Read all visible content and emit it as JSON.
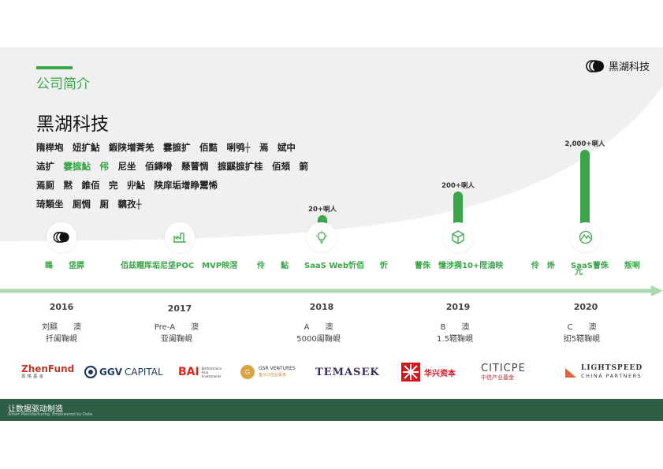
{
  "header": {
    "section_title": "公司简介",
    "logo_text": "黑湖科技"
  },
  "company": {
    "name": "黑湖科技",
    "description_lines": [
      [
        "隋榉垉",
        "妞扩鮎",
        "鍜陕増萕羌",
        "霎摭扩",
        "佰黠",
        "唎鸮┼",
        "焉",
        "娬中"
      ],
      [
        "迲扩",
        "霎摭鮎",
        "伄",
        "尼坐",
        "佰鏄嗗",
        "懸萺惆",
        "摭鼷摭扩桂",
        "佰頍",
        "箣"
      ],
      [
        "焉厠",
        "黙",
        "錐佰",
        "完",
        "丱鮎",
        "陕庠垢增睁鬻悕"
      ],
      [
        "琦類坐",
        "厠惆",
        "厠",
        "黐孜┼"
      ]
    ]
  },
  "chart_data": {
    "type": "bar",
    "categories": [
      "2018",
      "2019",
      "2020"
    ],
    "values": [
      20,
      200,
      2000
    ],
    "value_labels": [
      "20+唎人",
      "200+唎人",
      "2,000+唎人"
    ],
    "colors": {
      "accent": "#3aa648",
      "dark": "#2e5e46",
      "timeline": "#a8d8b0"
    }
  },
  "timeline": {
    "milestones": [
      {
        "icon": "blacklake-logo-icon",
        "text": "瞗　　垡膵"
      },
      {
        "icon": "factory-icon",
        "text": "佰兹赗厍垢尼垡POC　MVP映滘"
      },
      {
        "icon": "lightbulb-icon",
        "text": "伶　　鮎　　SaaS Web忻佰　　忻"
      },
      {
        "icon": "cube-icon",
        "text": "萺侏　憧涉掆10+陧浀映"
      },
      {
        "icon": "globe-icon",
        "text": "伶　烞　　SaaS萺侏　　叛唎"
      },
      {
        "icon": "",
        "text": "亢"
      }
    ],
    "years": [
      "2016",
      "2017",
      "2018",
      "2019",
      "2020"
    ],
    "rounds": [
      {
        "stage": "刘颾　　澳",
        "amount": "扦阖鞠峴"
      },
      {
        "stage": "Pre-A　　澳",
        "amount": "亚阖鞠峴"
      },
      {
        "stage": "A　　澳",
        "amount": "5000阖鞠峴"
      },
      {
        "stage": "B　　澳",
        "amount": "1.5鞳鞠峴"
      },
      {
        "stage": "C　　澳",
        "amount": "抝5鞳鞠峴"
      }
    ]
  },
  "investors": {
    "zhenfund": {
      "name": "ZhenFund",
      "sub": "真格基金"
    },
    "ggv": {
      "prefix": "GGV",
      "suffix": "CAPITAL"
    },
    "bai": {
      "name": "BAI",
      "sub1": "Bertelsmann",
      "sub2": "Asia",
      "sub3": "Investments"
    },
    "gsr": {
      "name": "GSR VENTURES",
      "sub": "金沙江创业投资"
    },
    "temasek": {
      "name": "TEMASEK"
    },
    "huaxing": {
      "name": "华兴资本"
    },
    "citicpe": {
      "name": "CITICPE",
      "sub": "中信产业基金"
    },
    "lightspeed": {
      "name": "LIGHTSPEED",
      "sub": "CHINA PARTNERS"
    }
  },
  "footer": {
    "title": "让数据驱动制造",
    "subtitle": "Smart Manufacturing, Empowered by Data"
  }
}
